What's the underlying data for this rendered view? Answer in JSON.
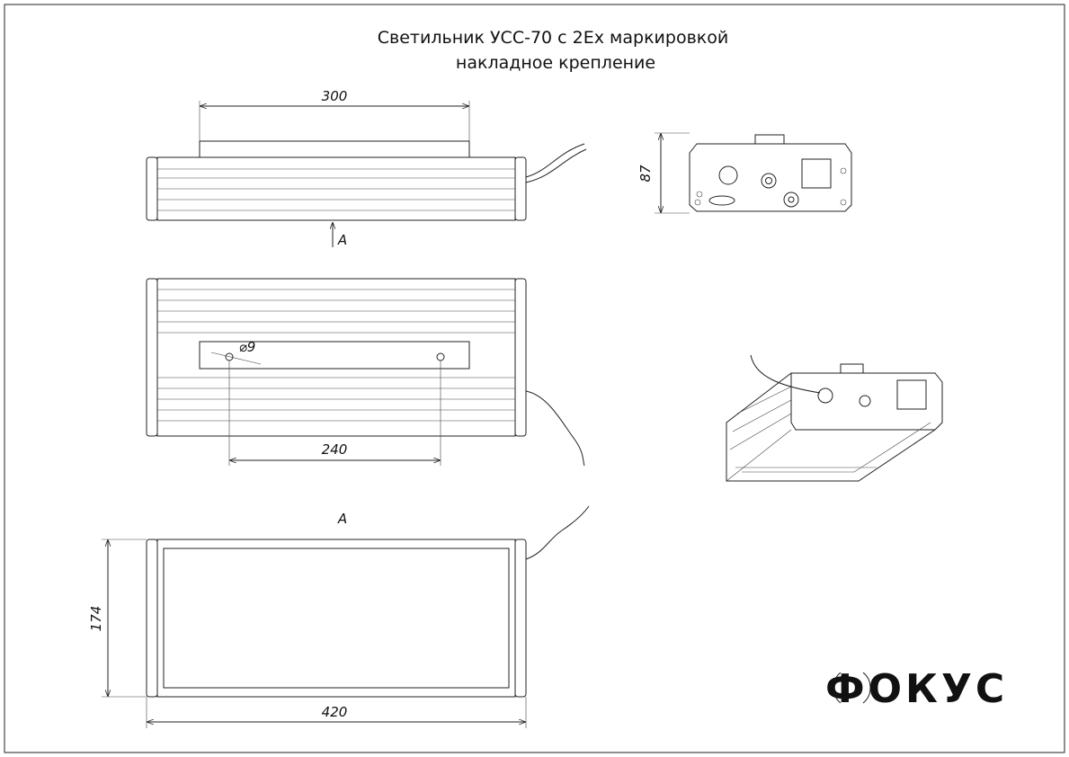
{
  "title": {
    "line1": "Светильник УСС-70 с 2Ех маркировкой",
    "line2": "накладное крепление"
  },
  "views": {
    "top": {
      "dim_width": "300",
      "view_arrow_label": "A"
    },
    "end": {
      "dim_height": "87"
    },
    "mounting": {
      "hole_diameter": "⌀9",
      "dim_hole_spacing": "240"
    },
    "bottom": {
      "view_label": "A",
      "dim_width": "174",
      "dim_length": "420"
    }
  },
  "logo": {
    "text": "ФОКУС"
  }
}
